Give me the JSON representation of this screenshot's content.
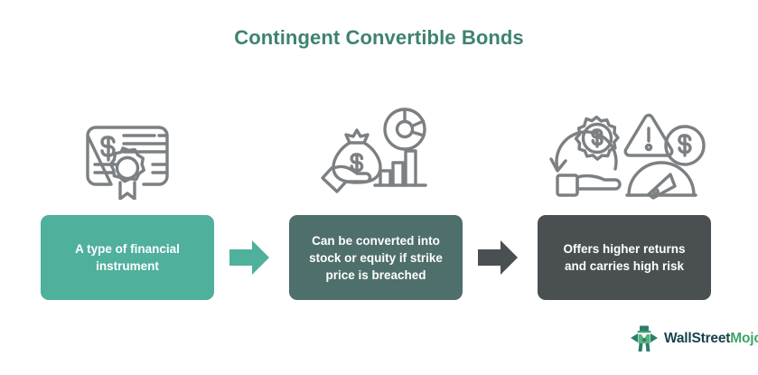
{
  "page": {
    "title": "Contingent Convertible Bonds",
    "background_color": "#FFFFFF",
    "title_color": "#3E8272"
  },
  "flow": {
    "stages": [
      {
        "id": "stage-1",
        "icon_name": "bond-certificate-icon",
        "icon_label": "certificate with dollar sign and seal",
        "text": "A type of financial\ninstrument",
        "card_color": "#4FB09C",
        "text_color": "#FFFFFF"
      },
      {
        "id": "stage-2",
        "icon_name": "money-bag-charts-icon",
        "icon_label": "hand holding money bag with pie chart and bar chart",
        "text": "Can be converted into\nstock or equity if strike\nprice is breached",
        "card_color": "#4E6F6B",
        "text_color": "#FFFFFF"
      },
      {
        "id": "stage-3",
        "icon_name": "returns-and-risk-icon",
        "icon_label": "hand holding dollar gear with warning triangle and risk gauge",
        "text": "Offers higher returns\nand carries high risk",
        "card_color": "#4A5052",
        "text_color": "#FFFFFF"
      }
    ],
    "arrows": [
      {
        "id": "arrow-1",
        "color": "#4FB09C"
      },
      {
        "id": "arrow-2",
        "color": "#4A5052"
      }
    ]
  },
  "logo": {
    "mark_name": "wallstreetmojo-bull-icon",
    "text_primary": "WallStreet",
    "text_secondary": "Mojo",
    "primary_color": "#17444A",
    "secondary_color": "#3FA46B"
  }
}
